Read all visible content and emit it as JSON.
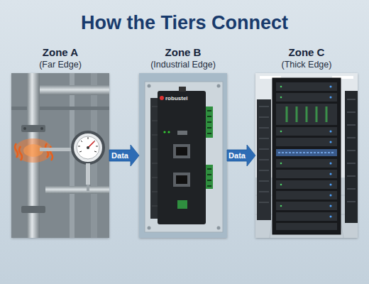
{
  "diagram": {
    "title": "How the Tiers Connect",
    "nodes": [
      {
        "text": [
          "Zone A",
          "(Far Edge)"
        ]
      },
      {
        "text": [
          "Zone B",
          "(Industrial Edge)"
        ]
      },
      {
        "text": [
          "Zone C",
          "(Thick Edge)"
        ]
      }
    ],
    "edges": [
      {
        "from": 0,
        "to": 1,
        "arrow": "to",
        "label": "Data"
      },
      {
        "from": 1,
        "to": 2,
        "arrow": "to",
        "label": "Data"
      }
    ],
    "labels": [
      "robustel"
    ]
  }
}
